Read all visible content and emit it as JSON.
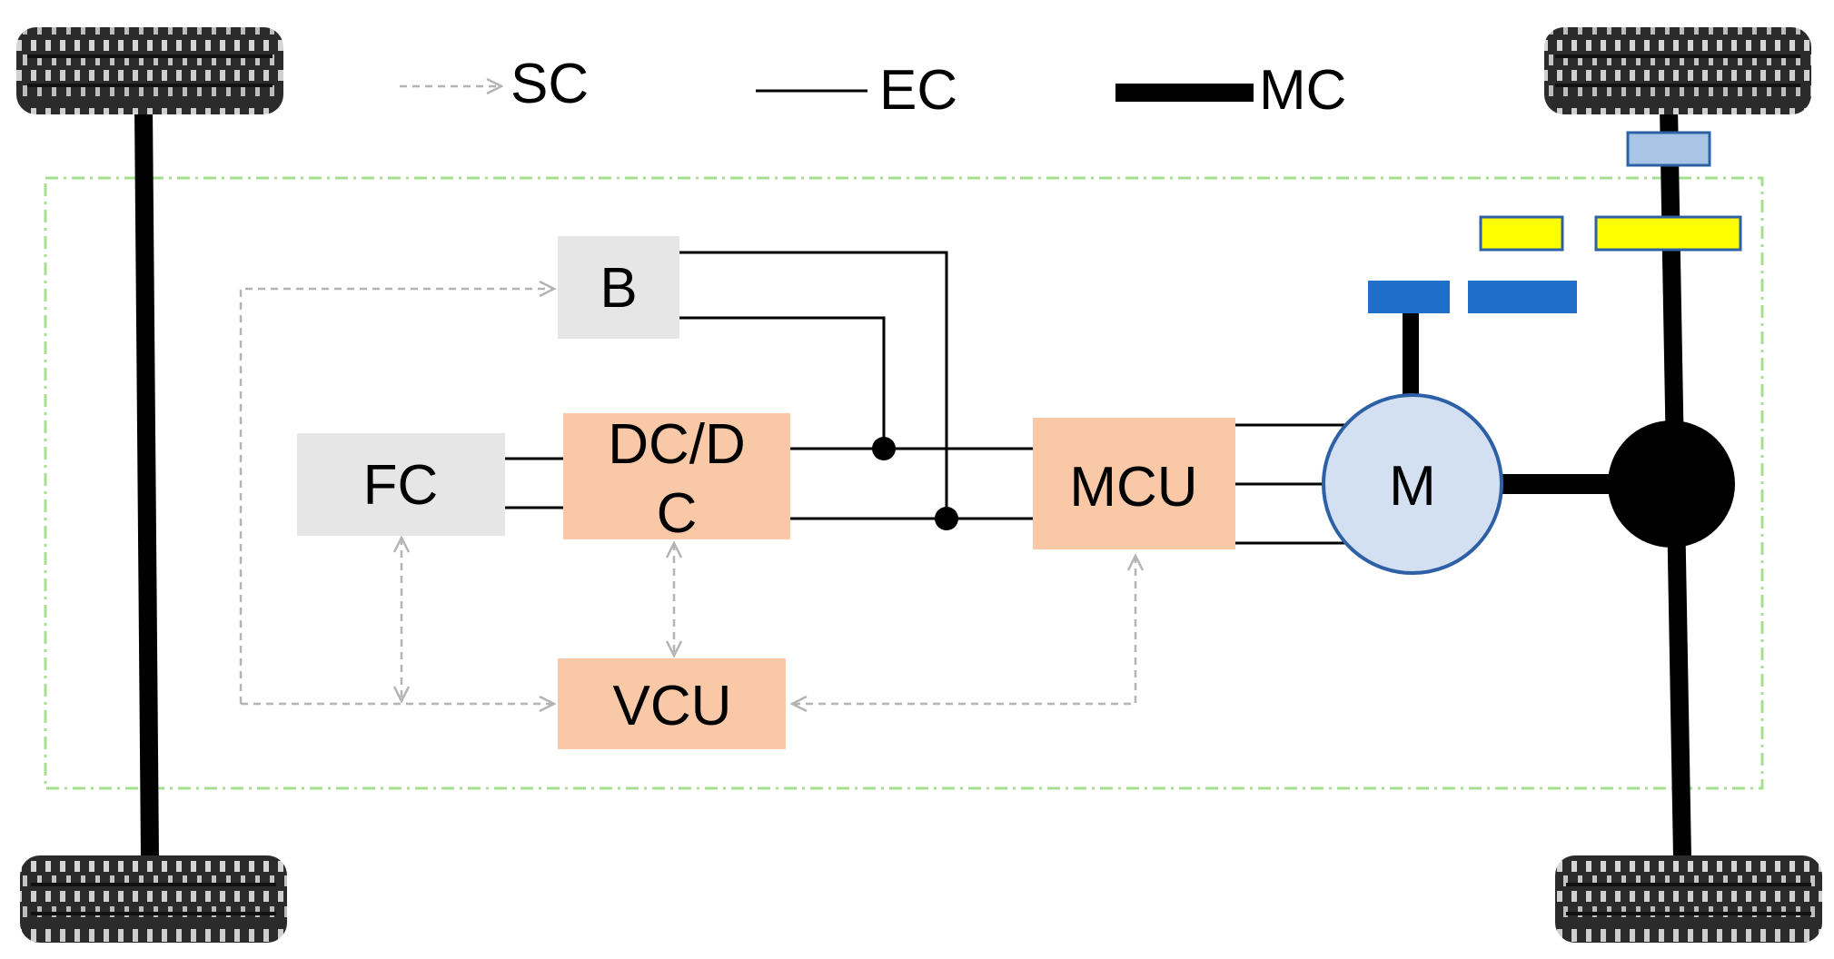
{
  "legend": {
    "signal_label": "SC",
    "electrical_label": "EC",
    "mechanical_label": "MC"
  },
  "blocks": {
    "battery": "B",
    "fuel_cell": "FC",
    "dcdc_line1": "DC/D",
    "dcdc_line2": "C",
    "mcu": "MCU",
    "vcu": "VCU",
    "motor": "M"
  },
  "colors": {
    "controller_fill": "#f9c8a6",
    "source_fill": "#e6e6e6",
    "motor_fill": "#d3e0f2",
    "motor_stroke": "#2e60a6",
    "gear_dark_blue": "#1f6ec8",
    "gear_light_blue": "#a9c5e6",
    "gear_yellow": "#ffff00",
    "boundary_green": "#a6e08f",
    "signal_gray": "#b4b4b4"
  }
}
